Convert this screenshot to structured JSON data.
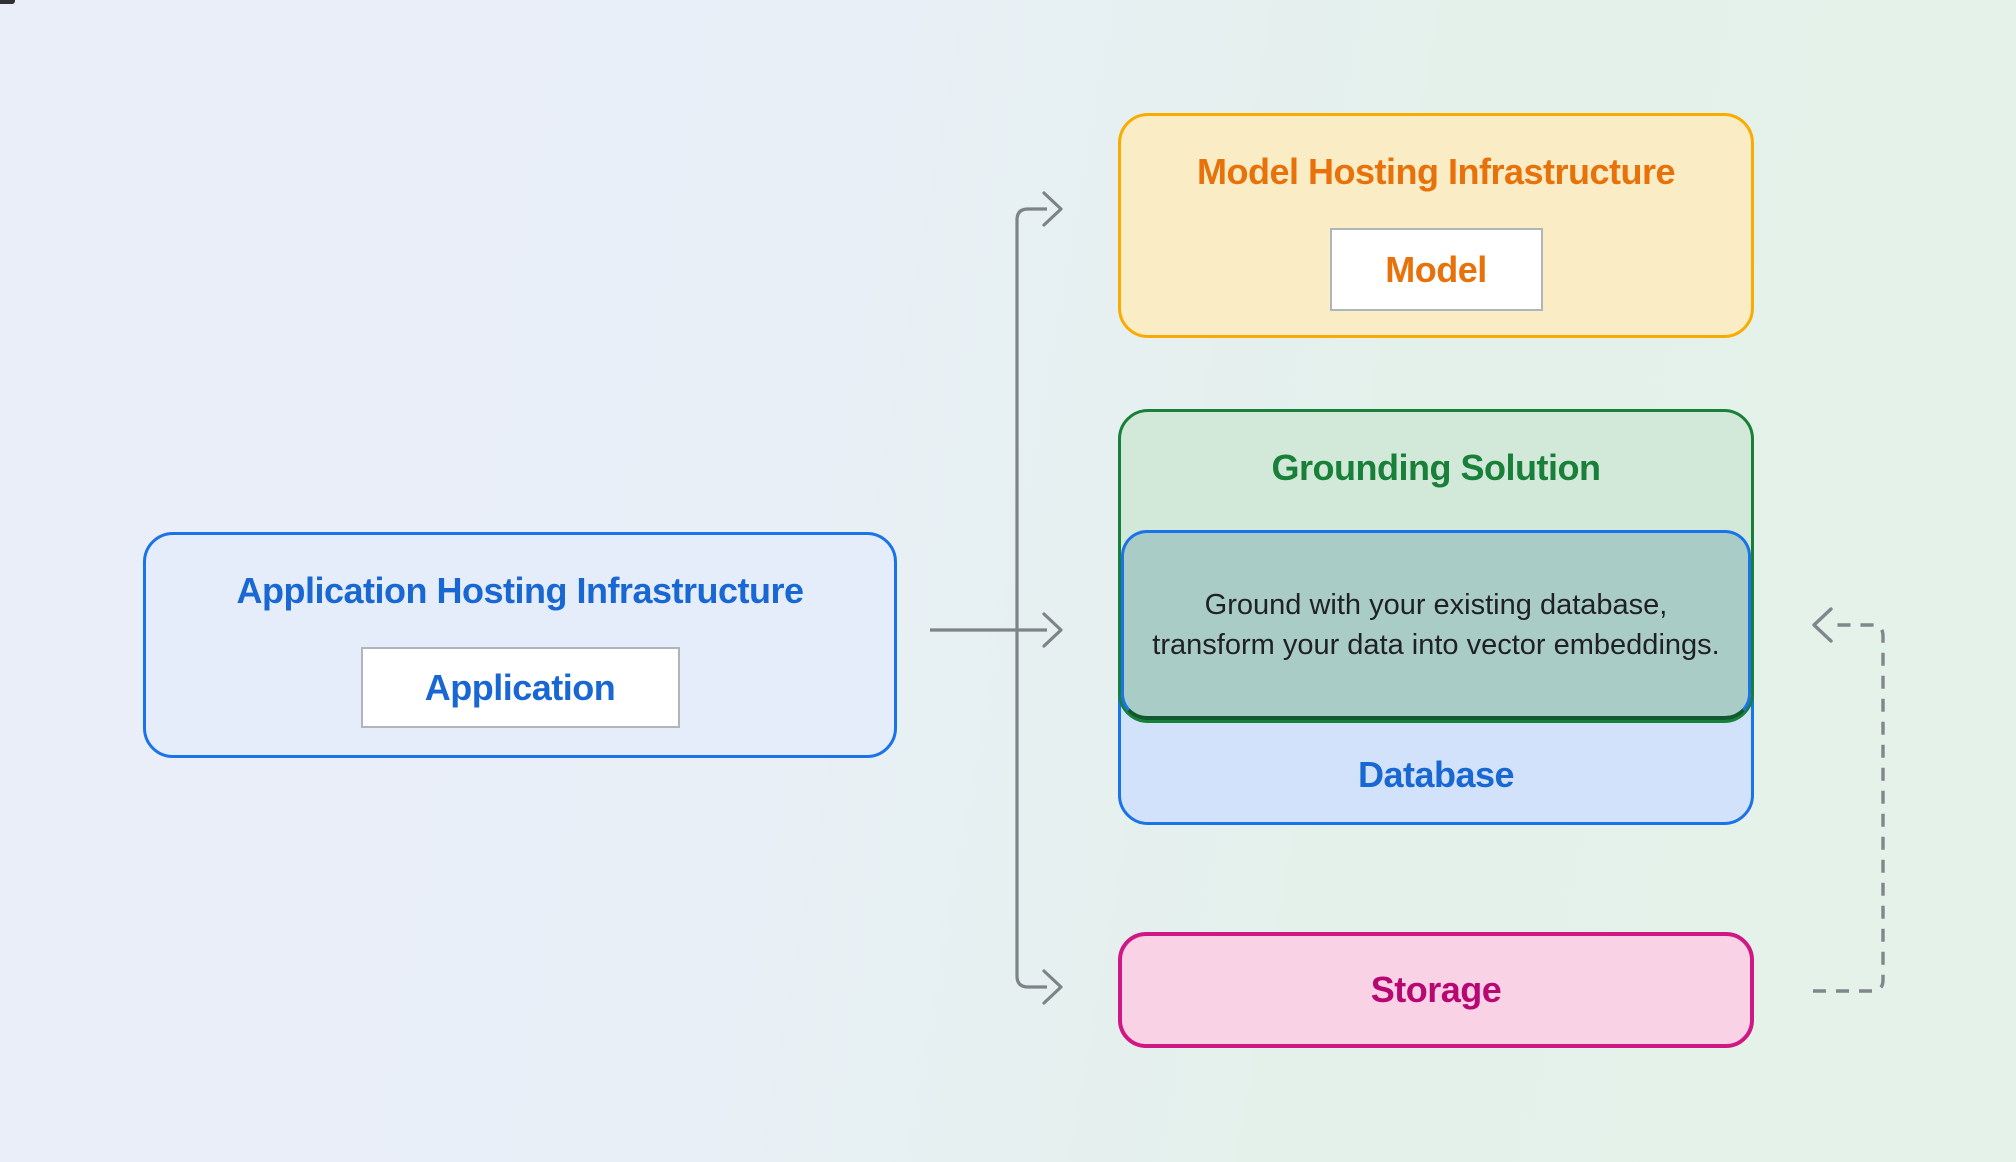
{
  "app_box": {
    "title": "Application Hosting Infrastructure",
    "inner_label": "Application"
  },
  "model_box": {
    "title": "Model Hosting Infrastructure",
    "inner_label": "Model"
  },
  "grounding_box": {
    "title": "Grounding Solution",
    "note": "Ground with your existing database, transform your data into vector embeddings."
  },
  "database_box": {
    "label": "Database"
  },
  "storage_box": {
    "label": "Storage"
  },
  "colors": {
    "blue": "#1a73e8",
    "blue-text": "#1967d2",
    "yellow": "#f9ab00",
    "orange-text": "#e8710a",
    "green": "#188038",
    "pink": "#d01884",
    "pink-text": "#b80672",
    "arrow-gray": "#7d8487",
    "dashed-gray": "#80868b"
  }
}
